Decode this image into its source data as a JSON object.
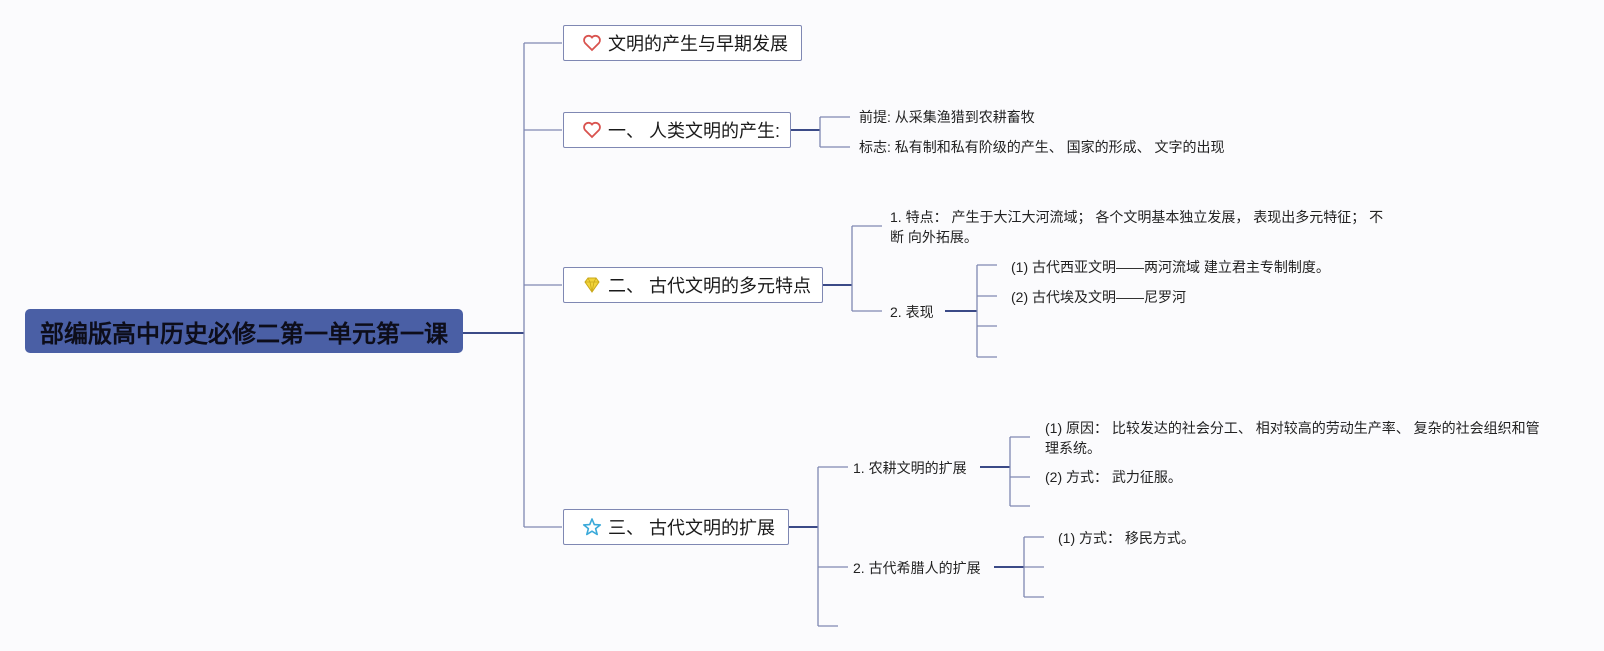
{
  "root": {
    "label": "部编版高中历史必修二第一单元第一课"
  },
  "branches": {
    "b0": {
      "label": "文明的产生与早期发展",
      "icon": "heart-icon"
    },
    "b1": {
      "label": "一、 人类文明的产生:",
      "icon": "heart-icon",
      "children": [
        "前提: 从采集渔猎到农耕畜牧",
        "标志: 私有制和私有阶级的产生、 国家的形成、 文字的出现"
      ]
    },
    "b2": {
      "label": "二、 古代文明的多元特点",
      "icon": "diamond-icon",
      "c1": "1. 特点： 产生于大江大河流域； 各个文明基本独立发展， 表现出多元特征； 不断 向外拓展。",
      "c2": "2. 表现",
      "c2_children": [
        "(1) 古代西亚文明——两河流域 建立君主专制制度。",
        "(2) 古代埃及文明——尼罗河"
      ]
    },
    "b3": {
      "label": "三、 古代文明的扩展",
      "icon": "star-icon",
      "c1": "1. 农耕文明的扩展",
      "c1_children": [
        "(1) 原因： 比较发达的社会分工、 相对较高的劳动生产率、 复杂的社会组织和管理系统。",
        "(2) 方式： 武力征服。"
      ],
      "c2": "2. 古代希腊人的扩展",
      "c2_children": [
        "(1) 方式： 移民方式。"
      ]
    }
  },
  "colors": {
    "root_bg": "#4a5fa5",
    "line": "#7f88b3",
    "line_dark": "#3b4a87",
    "heart": "#d9534f",
    "diamond": "#f2d43a",
    "star": "#3aa9d9"
  }
}
